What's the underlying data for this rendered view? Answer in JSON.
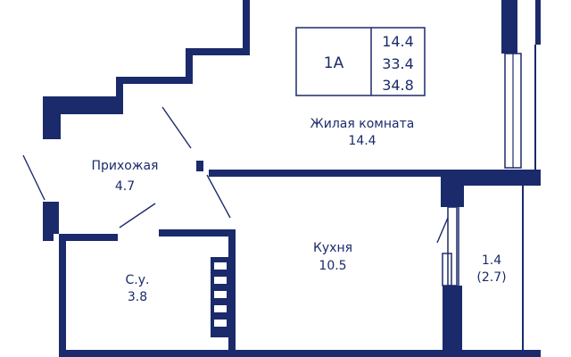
{
  "colors": {
    "wall": "#1b2a6b",
    "background": "#ffffff"
  },
  "badge": {
    "type": "1А",
    "areas": [
      "14.4",
      "33.4",
      "34.8"
    ]
  },
  "rooms": {
    "living": {
      "name": "Жилая комната",
      "area": "14.4"
    },
    "hall": {
      "name": "Прихожая",
      "area": "4.7"
    },
    "kitchen": {
      "name": "Кухня",
      "area": "10.5"
    },
    "bath": {
      "name": "С.у.",
      "area": "3.8"
    },
    "balcony": {
      "area": "1.4",
      "area_alt": "(2.7)"
    }
  }
}
